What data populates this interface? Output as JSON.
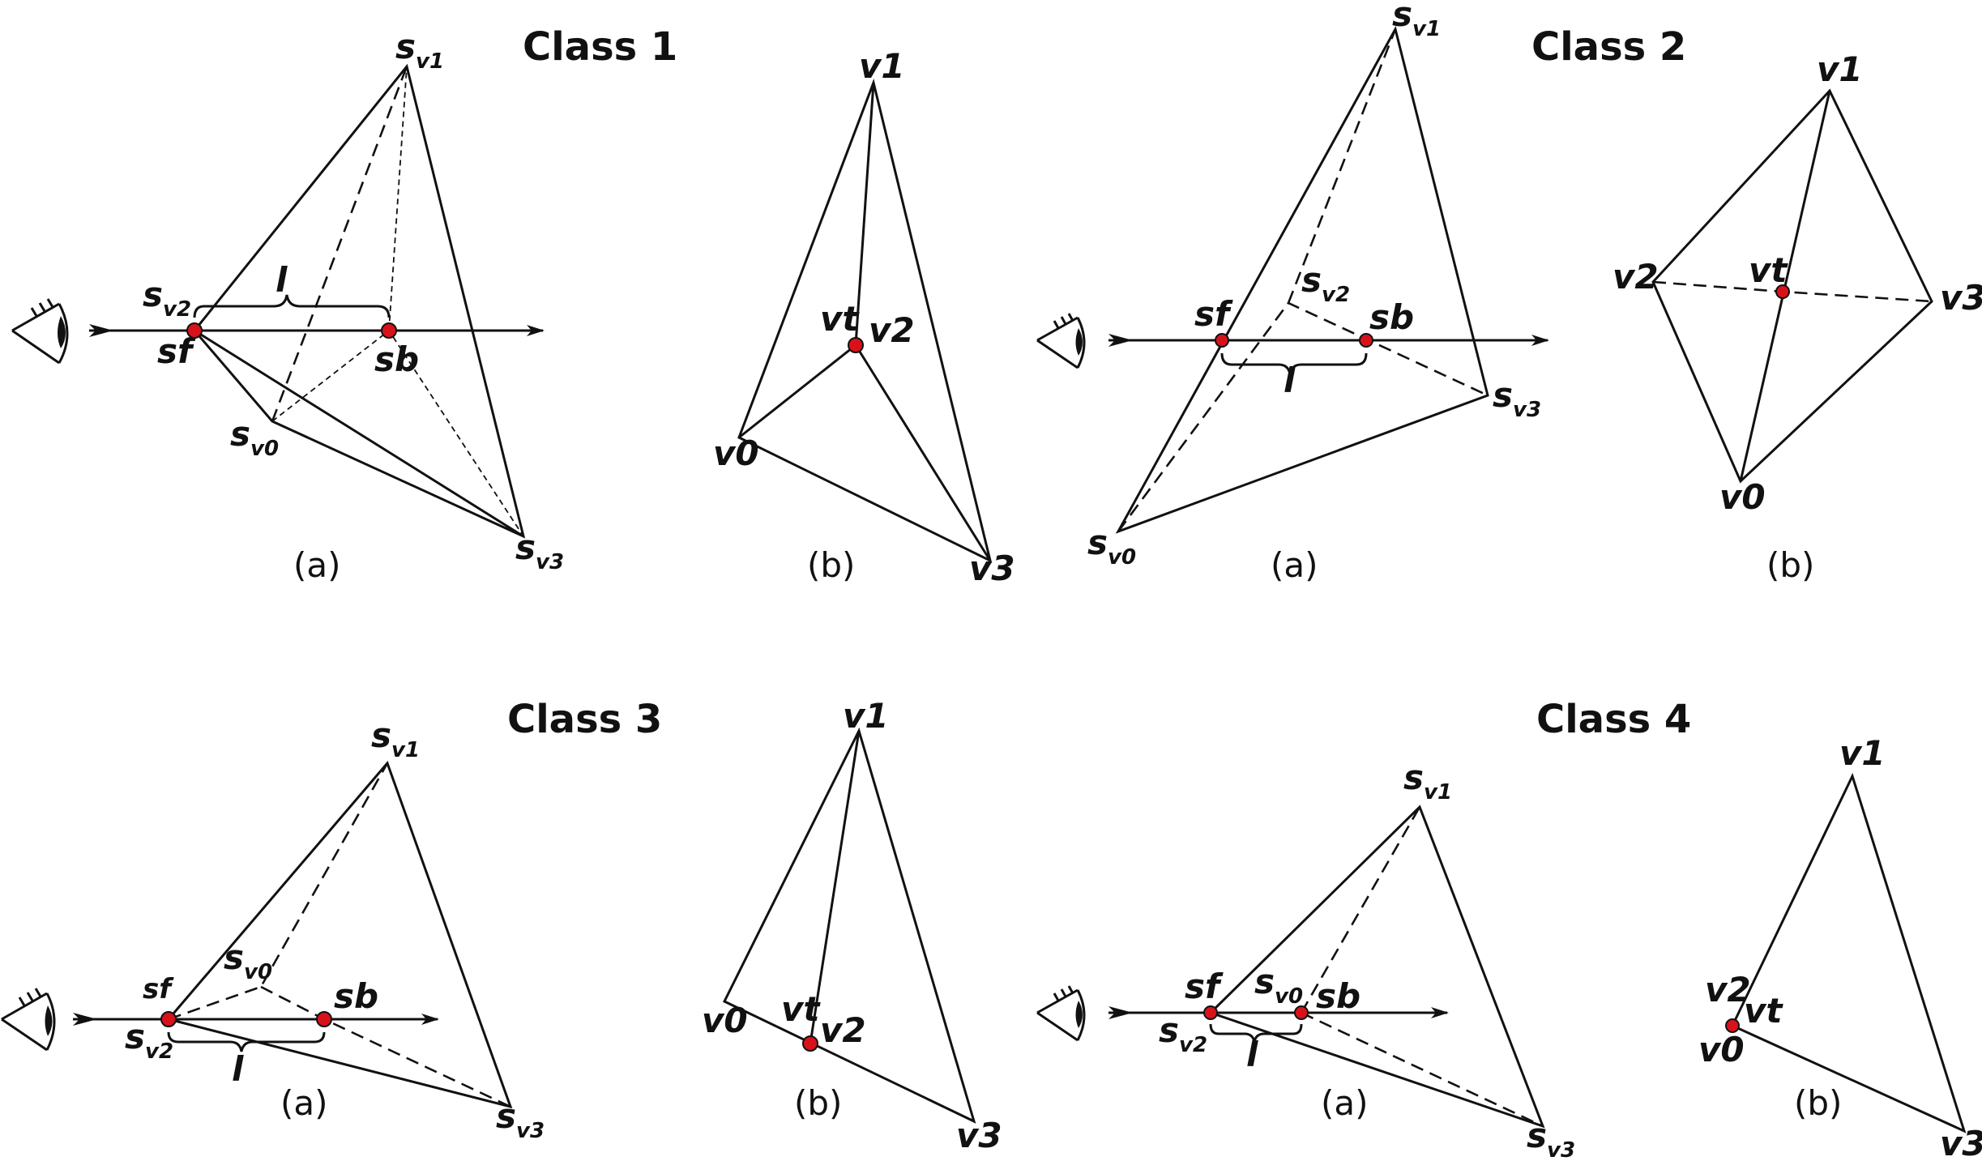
{
  "panels": [
    {
      "title": "Class 1",
      "caption_a": "(a)",
      "caption_b": "(b)"
    },
    {
      "title": "Class 2",
      "caption_a": "(a)",
      "caption_b": "(b)"
    },
    {
      "title": "Class 3",
      "caption_a": "(a)",
      "caption_b": "(b)"
    },
    {
      "title": "Class 4",
      "caption_a": "(a)",
      "caption_b": "(b)"
    }
  ],
  "labels": {
    "s": "s",
    "v0": "v0",
    "v1": "v1",
    "v2": "v2",
    "v3": "v3",
    "vt": "vt",
    "sub0": "v0",
    "sub1": "v1",
    "sub2": "v2",
    "sub3": "v3",
    "sf": "sf",
    "sb": "sb",
    "l": "l"
  },
  "colors": {
    "point": "#d8121a",
    "line": "#111111"
  },
  "icons": {
    "viewer": "eye-icon"
  }
}
